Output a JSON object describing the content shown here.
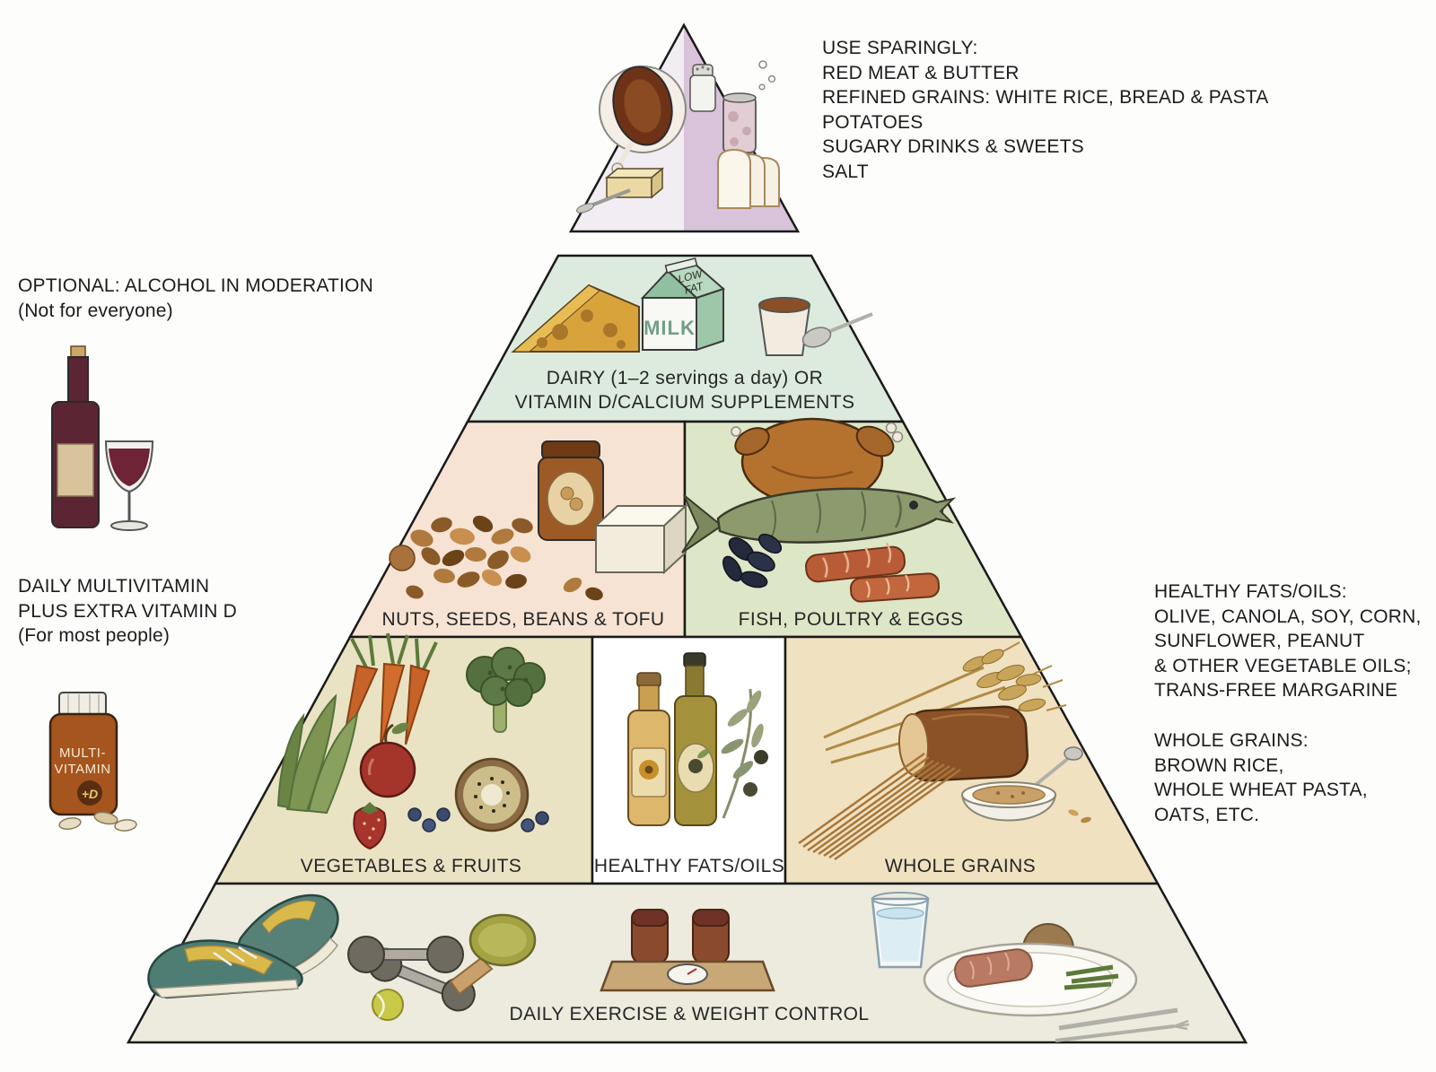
{
  "diagram": {
    "name": "Healthy Eating Pyramid"
  },
  "colors": {
    "tier_top_left": "#f2ecf3",
    "tier_top_right": "#d9c3da",
    "tier_dairy": "#dcebdd",
    "tier_nuts": "#f6e3d3",
    "tier_fish": "#dde6c6",
    "tier_vegetables": "#e9e3c3",
    "tier_fats": "#ffffff",
    "tier_grains": "#f0e1c0",
    "tier_exercise": "#edeade",
    "outline": "#1a1a1a"
  },
  "annotations": {
    "use_sparingly": {
      "lines": [
        "USE SPARINGLY:",
        "RED MEAT & BUTTER",
        "REFINED GRAINS: WHITE RICE, BREAD & PASTA",
        "POTATOES",
        "SUGARY DRINKS & SWEETS",
        "SALT"
      ]
    },
    "alcohol": {
      "lines": [
        "OPTIONAL: ALCOHOL IN MODERATION",
        "(Not for everyone)"
      ]
    },
    "multivitamin": {
      "lines": [
        "DAILY MULTIVITAMIN",
        "PLUS EXTRA VITAMIN D",
        "(For most people)"
      ]
    },
    "healthy_fats": {
      "lines": [
        "HEALTHY FATS/OILS:",
        "OLIVE, CANOLA, SOY, CORN,",
        "SUNFLOWER, PEANUT",
        "& OTHER VEGETABLE OILS;",
        "TRANS-FREE MARGARINE"
      ]
    },
    "whole_grains": {
      "lines": [
        "WHOLE GRAINS:",
        "BROWN RICE,",
        "WHOLE WHEAT PASTA,",
        "OATS, ETC."
      ]
    }
  },
  "tiers": {
    "dairy": {
      "label_lines": [
        "DAIRY (1–2 servings a day) OR",
        "VITAMIN D/CALCIUM SUPPLEMENTS"
      ]
    },
    "nuts": {
      "label": "NUTS, SEEDS, BEANS & TOFU"
    },
    "fish": {
      "label": "FISH, POULTRY & EGGS"
    },
    "vegetables": {
      "label": "VEGETABLES & FRUITS"
    },
    "fats": {
      "label": "HEALTHY FATS/OILS"
    },
    "grains": {
      "label": "WHOLE GRAINS"
    },
    "exercise": {
      "label": "DAILY EXERCISE & WEIGHT CONTROL"
    }
  },
  "illustrations": {
    "milk_carton": {
      "top_line1": "LOW",
      "top_line2": "FAT",
      "front": "MILK"
    },
    "vitamin_bottle": {
      "label_line1": "MULTI-",
      "label_line2": "VITAMIN",
      "badge": "+D"
    }
  }
}
